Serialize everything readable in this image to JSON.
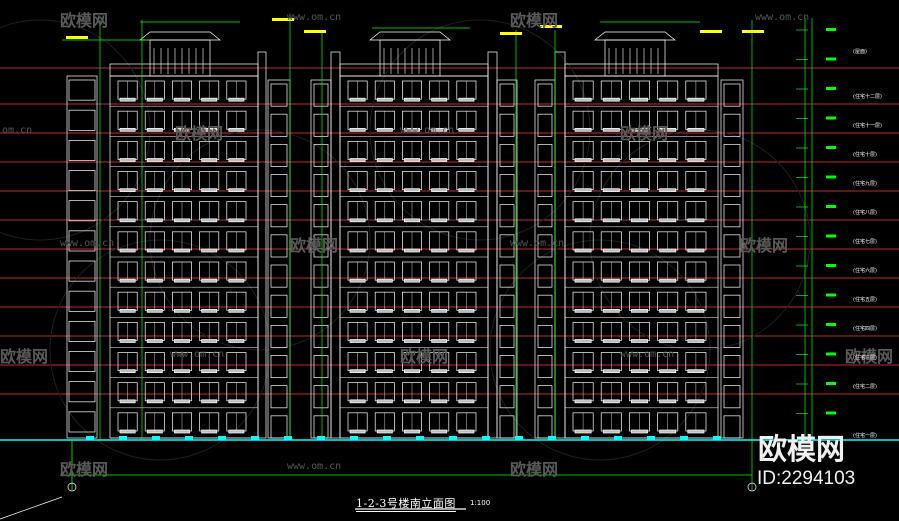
{
  "drawing": {
    "title": "1-2-3号楼南立面图",
    "scale": "1:100"
  },
  "watermarks": {
    "brand_text": "欧模网",
    "site_url": "www.om.cn",
    "site_url_short": "om.cn"
  },
  "brand": {
    "name": "欧模网",
    "id_label": "ID:2294103"
  },
  "floor_labels": [
    "(屋面)",
    "(住宅十二层)",
    "(住宅十一层)",
    "(住宅十层)",
    "(住宅九层)",
    "(住宅八层)",
    "(住宅七层)",
    "(住宅六层)",
    "(住宅五层)",
    "(住宅四层)",
    "(住宅三层)",
    "(住宅二层)",
    "(住宅一层)"
  ],
  "colors": {
    "background": "#000000",
    "outline": "#ffffff",
    "level_line": "#ff3b3b",
    "dimension": "#00ff00",
    "annotation": "#ffff00",
    "ground": "#00ffff",
    "watermark": "#5a5a5a"
  }
}
